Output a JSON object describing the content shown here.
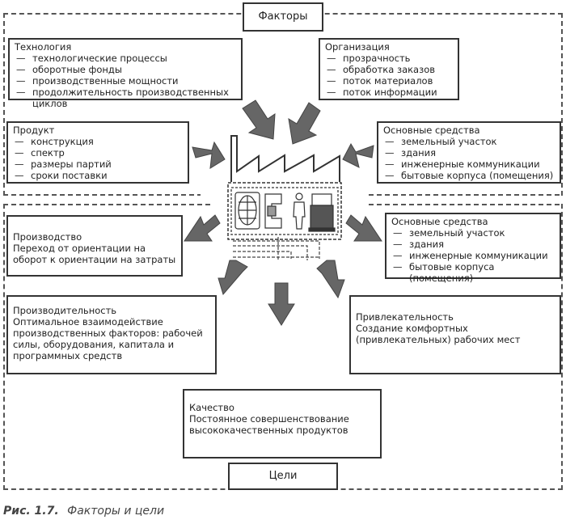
{
  "factors_label": "Факторы",
  "goals_label": "Цели",
  "factors": {
    "technology": {
      "title": "Технология",
      "items": [
        "технологические процессы",
        "оборотные фонды",
        "производственные мощности",
        "продолжительность производственных циклов"
      ]
    },
    "organization": {
      "title": "Организация",
      "items": [
        "прозрачность",
        "обработка заказов",
        "поток материалов",
        "поток информации"
      ]
    },
    "product": {
      "title": "Продукт",
      "items": [
        "конструкция",
        "спектр",
        "размеры партий",
        "сроки поставки"
      ]
    },
    "fixed_assets": {
      "title": "Основные средства",
      "items": [
        "земельный участок",
        "здания",
        "инженерные коммуникации",
        "бытовые корпуса (помещения)"
      ]
    }
  },
  "goals": {
    "production": {
      "title": "Производство",
      "text": "Переход от ориентации на оборот к ориентации на затраты"
    },
    "fixed_assets": {
      "title": "Основные средства",
      "items": [
        "земельный участок",
        "здания",
        "инженерные коммуникации",
        "бытовые корпуса (помещения)"
      ]
    },
    "productivity": {
      "title": "Производительность",
      "text": "Оптимальное взаимодействие производственных факторов: рабочей силы, оборудования, капитала и программных средств"
    },
    "attractiveness": {
      "title": "Привлекательность",
      "text": "Создание комфортных (привлекательных) рабочих мест"
    },
    "quality": {
      "title": "Качество",
      "text": "Постоянное совершенствование высококачественных продуктов"
    }
  },
  "caption": {
    "number": "Рис. 1.7.",
    "text": "Факторы и цели"
  },
  "colors": {
    "arrow": "#666666",
    "border": "#333333"
  }
}
